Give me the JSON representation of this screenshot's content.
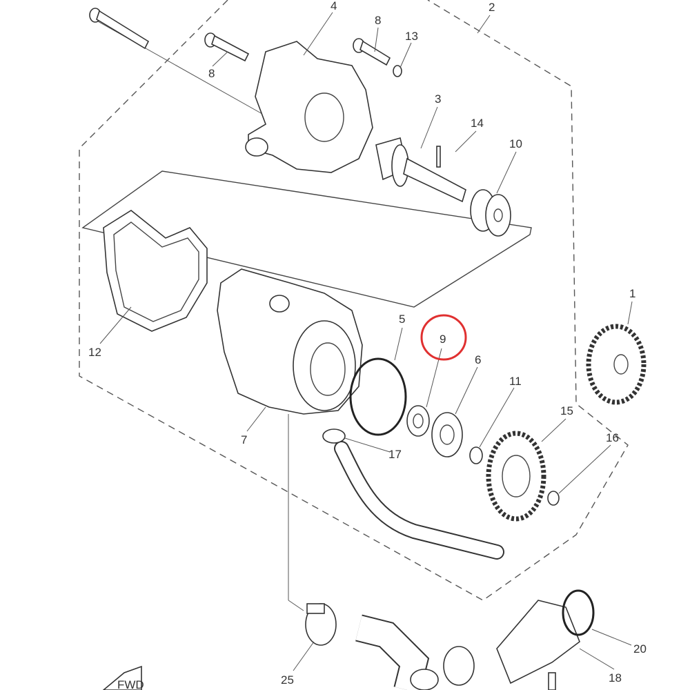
{
  "diagram": {
    "callouts": [
      "4",
      "2",
      "8",
      "13",
      "8",
      "3",
      "14",
      "10",
      "12",
      "5",
      "9",
      "6",
      "11",
      "1",
      "15",
      "16",
      "7",
      "17",
      "25",
      "20",
      "18"
    ],
    "highlighted_callout": "9",
    "highlight_color": "#e03030",
    "fwd_label": "FWD"
  }
}
